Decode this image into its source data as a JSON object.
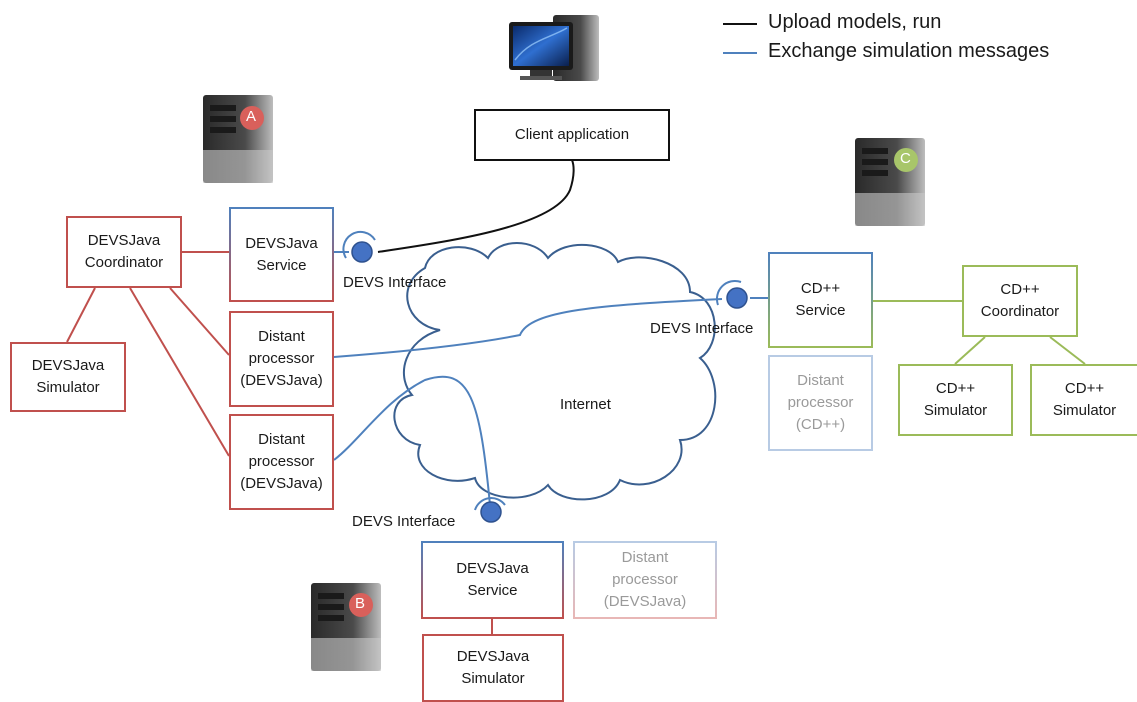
{
  "legend": {
    "upload_label": "Upload models, run",
    "exchange_label": "Exchange simulation messages"
  },
  "computers": {
    "a_badge": "A",
    "b_badge": "B",
    "c_badge": "C"
  },
  "client": {
    "label": "Client application"
  },
  "cloud": {
    "label": "Internet"
  },
  "interfaces": {
    "left": "DEVS Interface",
    "right": "DEVS Interface",
    "bottom": "DEVS Interface"
  },
  "site_a": {
    "coordinator": [
      "DEVSJava",
      "Coordinator"
    ],
    "simulator": [
      "DEVSJava",
      "Simulator"
    ],
    "service": [
      "DEVSJava",
      "Service"
    ],
    "processor1": [
      "Distant",
      "processor",
      "(DEVSJava)"
    ],
    "processor2": [
      "Distant",
      "processor",
      "(DEVSJava)"
    ]
  },
  "site_b": {
    "service": [
      "DEVSJava",
      "Service"
    ],
    "simulator": [
      "DEVSJava",
      "Simulator"
    ],
    "processor": [
      "Distant",
      "processor",
      "(DEVSJava)"
    ]
  },
  "site_c": {
    "service": [
      "CD++",
      "Service"
    ],
    "coordinator": [
      "CD++",
      "Coordinator"
    ],
    "processor": [
      "Distant",
      "processor",
      "(CD++)"
    ],
    "simulator1": [
      "CD++",
      "Simulator"
    ],
    "simulator2": [
      "CD++",
      "Simulator"
    ]
  },
  "colors": {
    "red": "#c0504d",
    "blue": "#4f81bd",
    "green": "#9bbb59",
    "black": "#111111",
    "node": "#4472c4"
  }
}
